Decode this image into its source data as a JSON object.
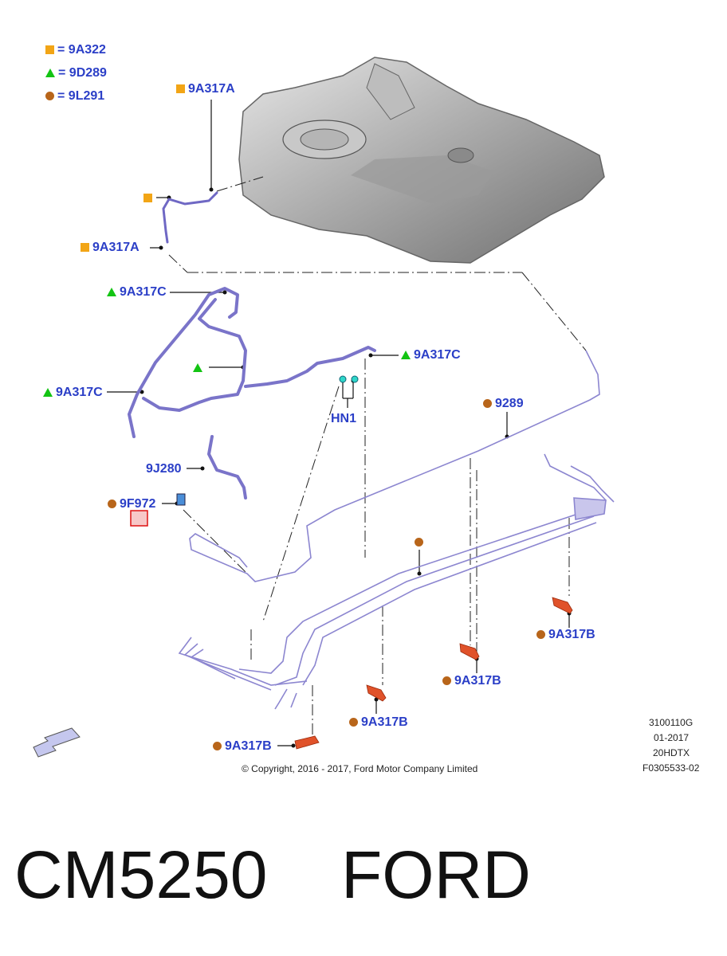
{
  "legend": [
    {
      "symbol": "square-icon",
      "eq": "=",
      "code": "9A322"
    },
    {
      "symbol": "triangle-icon",
      "eq": "=",
      "code": "9D289"
    },
    {
      "symbol": "circle-icon",
      "eq": "=",
      "code": "9L291"
    }
  ],
  "labels": {
    "l1": "9A317A",
    "l2": "9A317A",
    "l3": "9A317C",
    "l4": "9A317C",
    "l5": "9A317C",
    "l6": "HN1",
    "l7": "9289",
    "l8": "9J280",
    "l9": "9F972",
    "l10": "9A317B",
    "l11": "9A317B",
    "l12": "9A317B",
    "l13": "9A317B"
  },
  "info": {
    "code1": "3100110G",
    "date": "01-2017",
    "code2": "20HDTX",
    "code3": "F0305533-02"
  },
  "copyright": "© Copyright, 2016 - 2017, Ford Motor Company Limited",
  "caption": {
    "part": "CM5250",
    "brand": "FORD"
  },
  "colors": {
    "label": "#2b3fc7",
    "square": "#f2a516",
    "triangle": "#13c413",
    "circle": "#b8651a",
    "pipe": "#7a74c9",
    "clip": "#e0522a"
  }
}
